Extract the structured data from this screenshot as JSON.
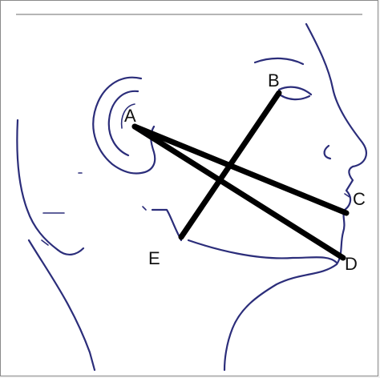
{
  "figure": {
    "points": {
      "A": "A",
      "B": "B",
      "C": "C",
      "D": "D",
      "E": "E"
    },
    "line_color": "#000000",
    "sketch_color": "#2b2d7a"
  }
}
